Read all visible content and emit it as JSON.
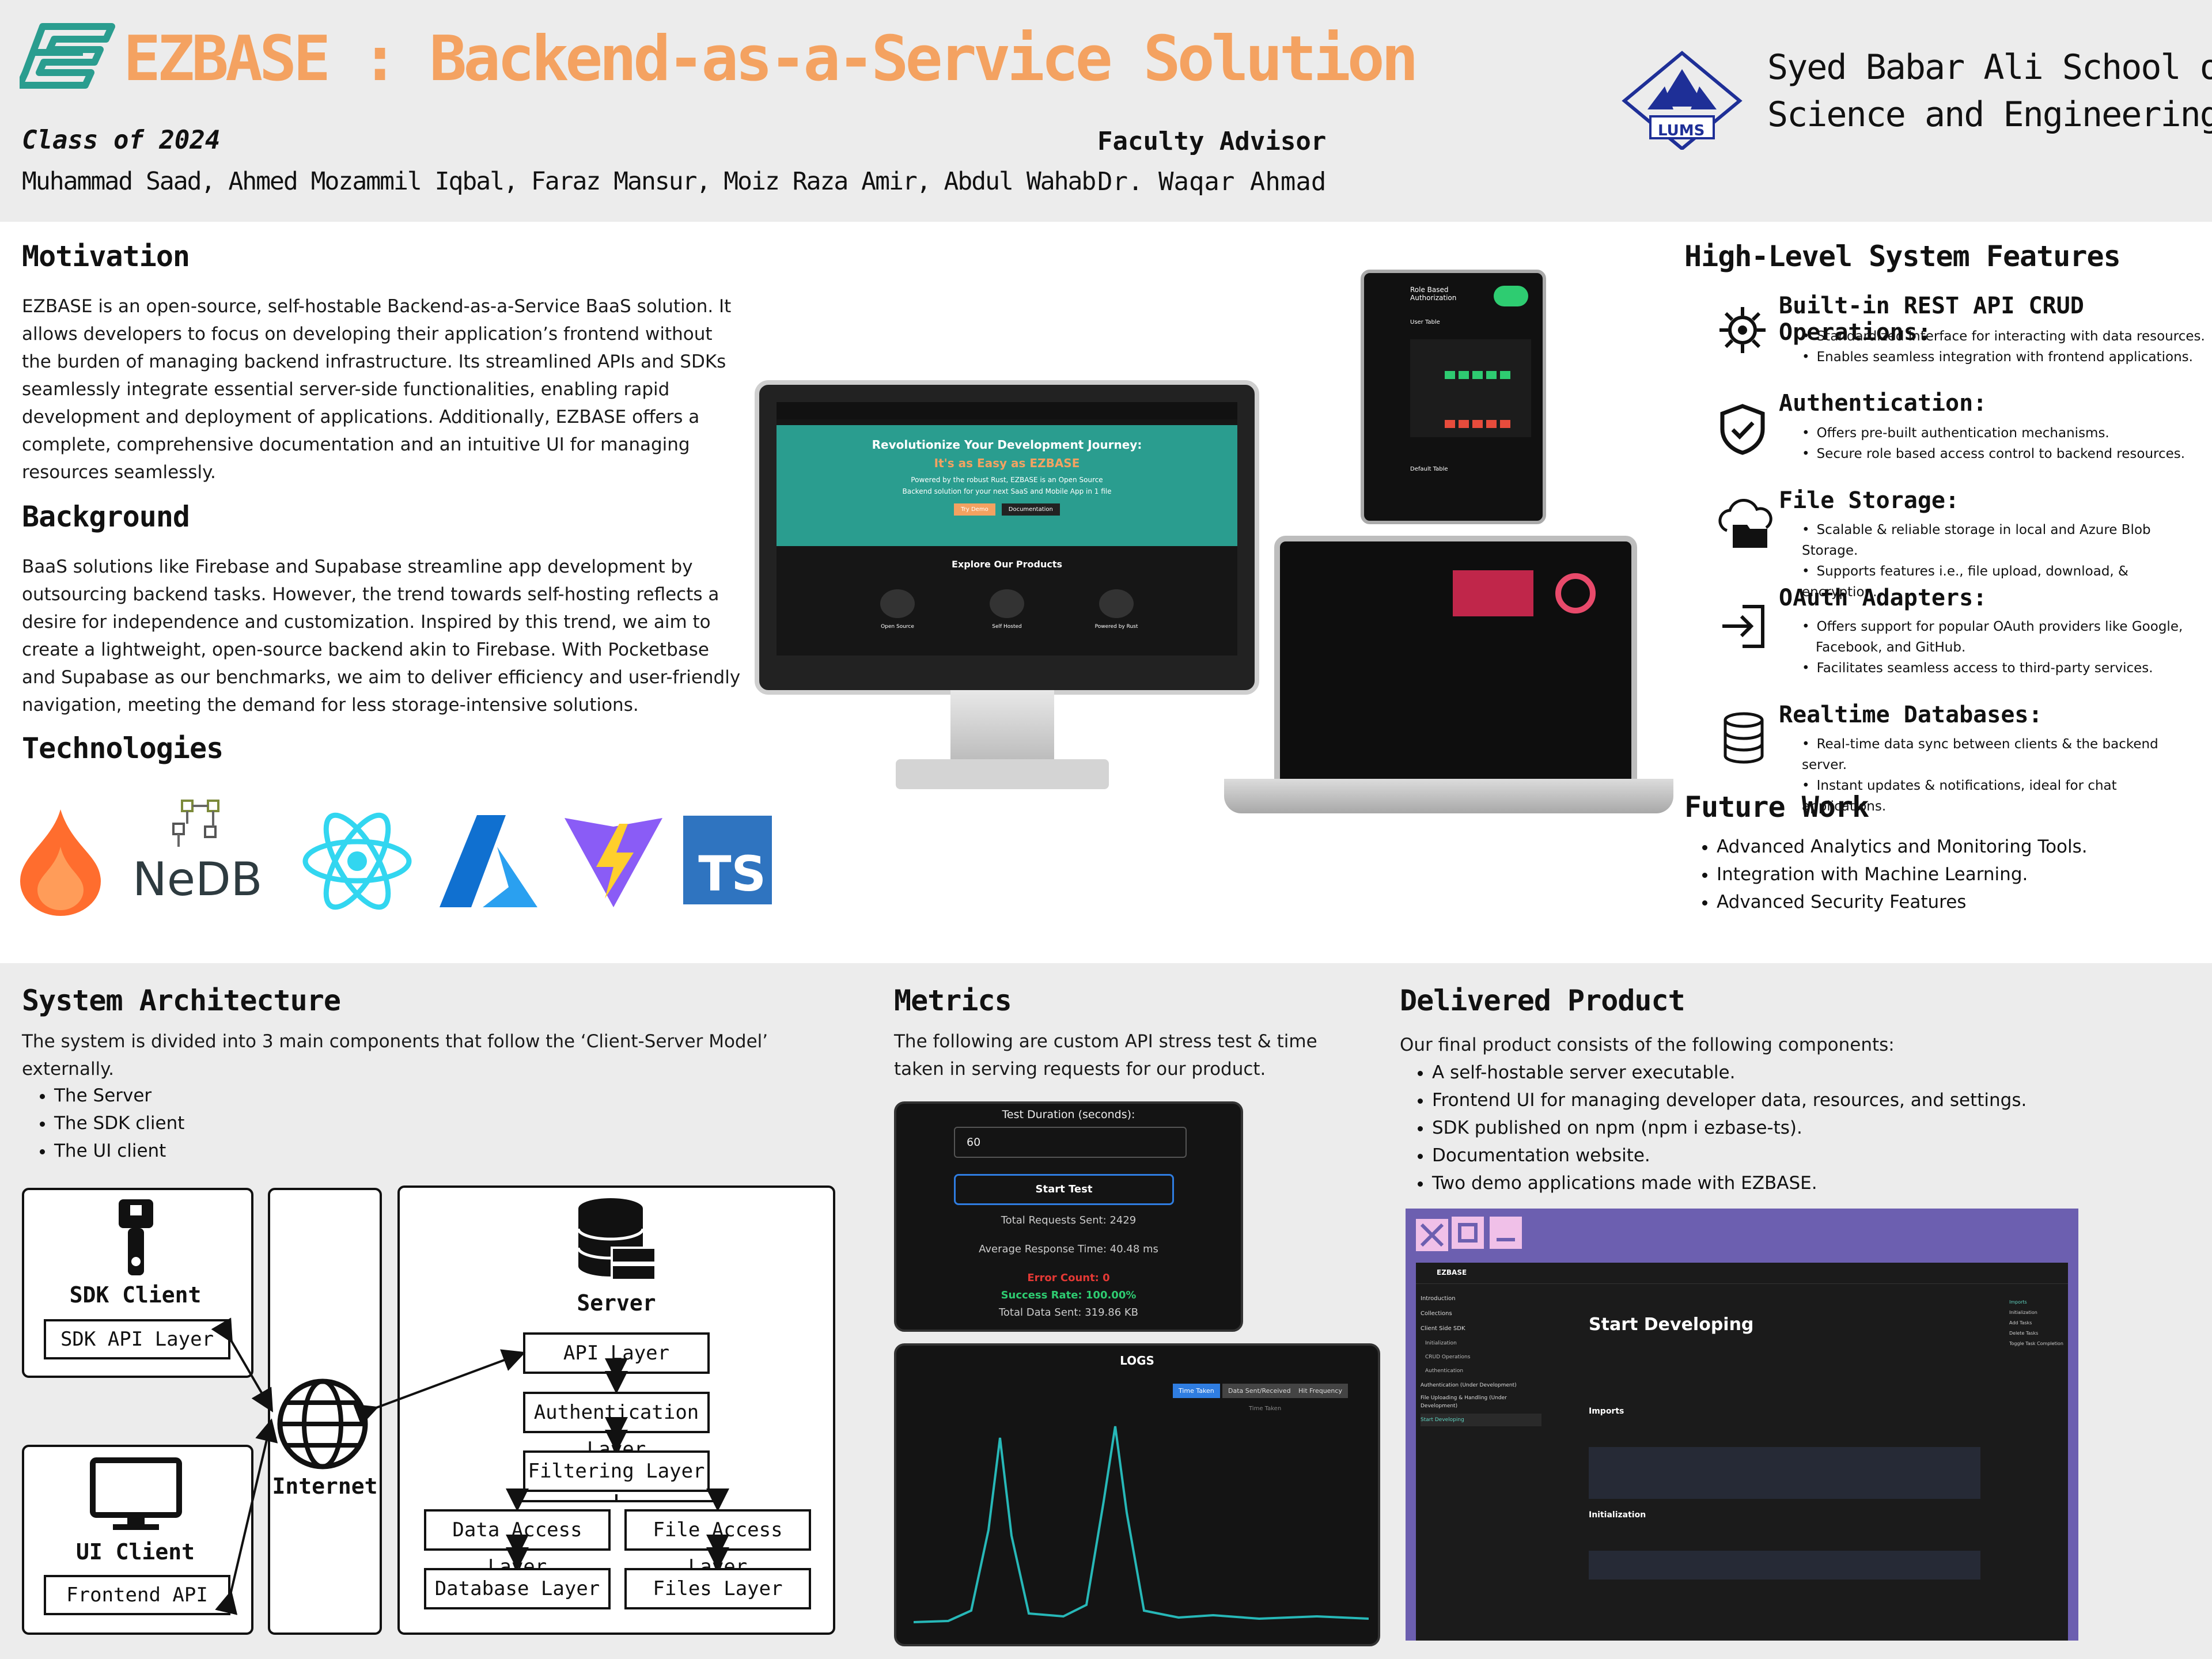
{
  "header": {
    "title": "EZBASE : Backend-as-a-Service Solution",
    "class_label": "Class of 2024",
    "authors": "Muhammad Saad, Ahmed Mozammil Iqbal, Faraz Mansur, Moiz Raza Amir, Abdul Wahab",
    "advisor_label": "Faculty Advisor",
    "advisor_name": "Dr. Waqar Ahmad",
    "school_line1": "Syed Babar Ali School of",
    "school_line2": "Science and Engineering",
    "logo_text": "LUMS"
  },
  "motivation": {
    "title": "Motivation",
    "text": "EZBASE is an open-source, self-hostable Backend-as-a-Service BaaS solution. It allows developers to focus on developing their application’s frontend without the burden of managing backend infrastructure. Its streamlined APIs and SDKs seamlessly integrate essential server-side functionalities, enabling rapid development and deployment of applications. Additionally, EZBASE offers a complete, comprehensive documentation and an intuitive UI for managing resources seamlessly."
  },
  "background": {
    "title": "Background",
    "text": "BaaS solutions like Firebase and Supabase streamline app development by outsourcing backend tasks. However, the trend towards self-hosting reflects a desire for independence and customization. Inspired by this trend, we aim to create a lightweight, open-source backend akin to Firebase. With Pocketbase and Supabase as our benchmarks, we aim to deliver efficiency and user-friendly navigation, meeting the demand for less storage-intensive solutions."
  },
  "technologies": {
    "title": "Technologies",
    "nedb": "NeDB",
    "ts": "TS"
  },
  "monitor": {
    "hero_line1": "Revolutionize Your Development Journey:",
    "hero_line2": "It's as Easy as EZBASE",
    "hero_line3": "Powered by the robust Rust, EZBASE is an Open Source",
    "hero_line4": "Backend solution for your next SaaS and Mobile App in 1 file",
    "btn_try": "Try Demo",
    "btn_docs": "Documentation",
    "products_title": "Explore Our Products",
    "p1": "Open Source",
    "p2": "Self Hosted",
    "p3": "Powered by Rust"
  },
  "tablet": {
    "title": "Role Based Authorization",
    "user_table": "User Table",
    "default_table": "Default Table"
  },
  "features": {
    "title": "High-Level System Features",
    "items": [
      {
        "title": "Built-in REST API CRUD Operations:",
        "b1": "Standardized interface for interacting with data resources.",
        "b2": "Enables seamless integration with frontend applications."
      },
      {
        "title": "Authentication:",
        "b1": "Offers pre-built authentication mechanisms.",
        "b2": "Secure role based access control to backend resources."
      },
      {
        "title": "File Storage:",
        "b1": "Scalable & reliable storage in local and Azure Blob Storage.",
        "b2": "Supports features i.e., file upload, download, & encryption."
      },
      {
        "title": "OAuth Adapters:",
        "b1": "Offers support for popular OAuth providers like Google,",
        "b1b": "Facebook, and GitHub.",
        "b2": "Facilitates seamless access to third-party services."
      },
      {
        "title": "Realtime Databases:",
        "b1": "Real-time data sync between clients & the backend server.",
        "b2": "Instant updates & notifications, ideal for chat applications."
      }
    ]
  },
  "future": {
    "title": "Future Work",
    "items": [
      "Advanced Analytics and Monitoring Tools.",
      "Integration with Machine Learning.",
      "Advanced Security Features"
    ]
  },
  "architecture": {
    "title": "System Architecture",
    "intro": "The system is divided into 3 main components that follow the ‘Client-Server Model’ externally.",
    "items": [
      "The Server",
      "The SDK client",
      "The UI client"
    ],
    "sdk_client": "SDK Client",
    "sdk_layer": "SDK API Layer",
    "ui_client": "UI Client",
    "frontend_api": "Frontend API",
    "internet": "Internet",
    "server": "Server",
    "api_layer": "API Layer",
    "auth_layer": "Authentication Layer",
    "filter_layer": "Filtering Layer",
    "data_access": "Data Access Layer",
    "file_access": "File Access Layer",
    "database": "Database Layer",
    "files": "Files Layer"
  },
  "metrics": {
    "title": "Metrics",
    "intro": "The following are custom API stress test & time taken in serving requests for our product.",
    "duration_label": "Test Duration (seconds):",
    "duration_value": "60",
    "start_btn": "Start Test",
    "total_requests": "Total Requests Sent: 2429",
    "avg_response": "Average Response Time: 40.48 ms",
    "error_count": "Error Count: 0",
    "success_rate": "Success Rate: 100.00%",
    "total_data": "Total Data Sent: 319.86 KB",
    "logs_title": "LOGS",
    "tab1": "Time Taken",
    "tab2": "Data Sent/Received",
    "tab3": "Hit Frequency",
    "legend": "Time Taken"
  },
  "delivered": {
    "title": "Delivered Product",
    "intro": "Our final product consists of the following components:",
    "items": [
      "A self-hostable server executable.",
      "Frontend UI for managing developer data, resources, and settings.",
      "SDK published on npm (npm i ezbase-ts).",
      "Documentation website.",
      "Two demo applications made with EZBASE."
    ],
    "docs_brand": "EZBASE",
    "docs_nav": [
      "Introduction",
      "Collections",
      "Client Side SDK",
      "Initialization",
      "CRUD Operations",
      "Authentication",
      "Authentication (Under Development)",
      "File Uploading & Handling (Under Development)",
      "Start Developing"
    ],
    "docs_heading": "Start Developing",
    "docs_imports": "Imports",
    "docs_init": "Initialization",
    "toc": [
      "Imports",
      "Initialization",
      "Add Tasks",
      "Delete Tasks",
      "Toggle Task Completion"
    ]
  },
  "colors": {
    "title_orange": "#f4a261",
    "teal": "#2a9d8f",
    "lums_blue": "#1e2f97",
    "purple": "#6c5fb0"
  }
}
